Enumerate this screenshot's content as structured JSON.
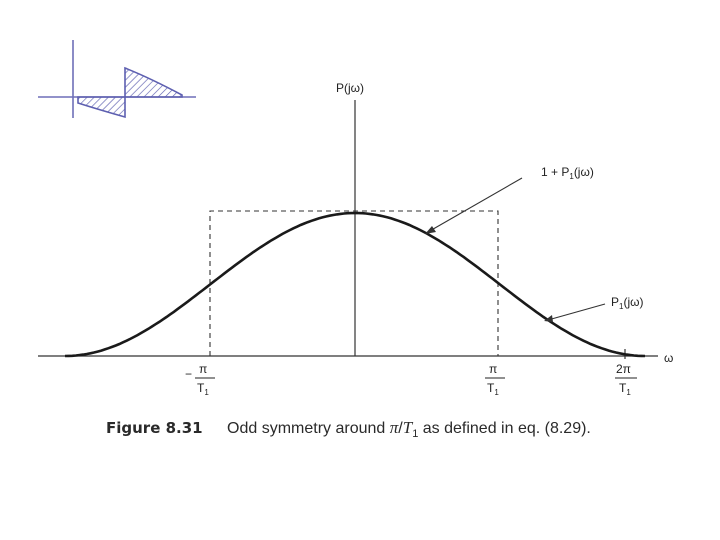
{
  "axes": {
    "y_label": "P(jω)",
    "x_label": "ω"
  },
  "annotations": {
    "upper_curve_label": "1 + P",
    "upper_curve_sub": "1",
    "upper_curve_arg": "(jω)",
    "lower_curve_label": "P",
    "lower_curve_sub": "1",
    "lower_curve_arg": "(jω)"
  },
  "ticks": {
    "neg_prefix": "−",
    "pi": "π",
    "two_pi": "2π",
    "denominator": "T",
    "denominator_sub": "1"
  },
  "caption": {
    "label": "Figure 8.31",
    "text_before": "Odd symmetry around ",
    "math_pi": "π",
    "math_slash": "/",
    "math_T": "T",
    "math_sub": "1",
    "text_after": " as defined in eq. (8.29)."
  },
  "colors": {
    "curve": "#1a1a1a",
    "axis": "#333333",
    "inset_line": "#5d5fb0",
    "inset_axis": "#6e6fb8"
  }
}
